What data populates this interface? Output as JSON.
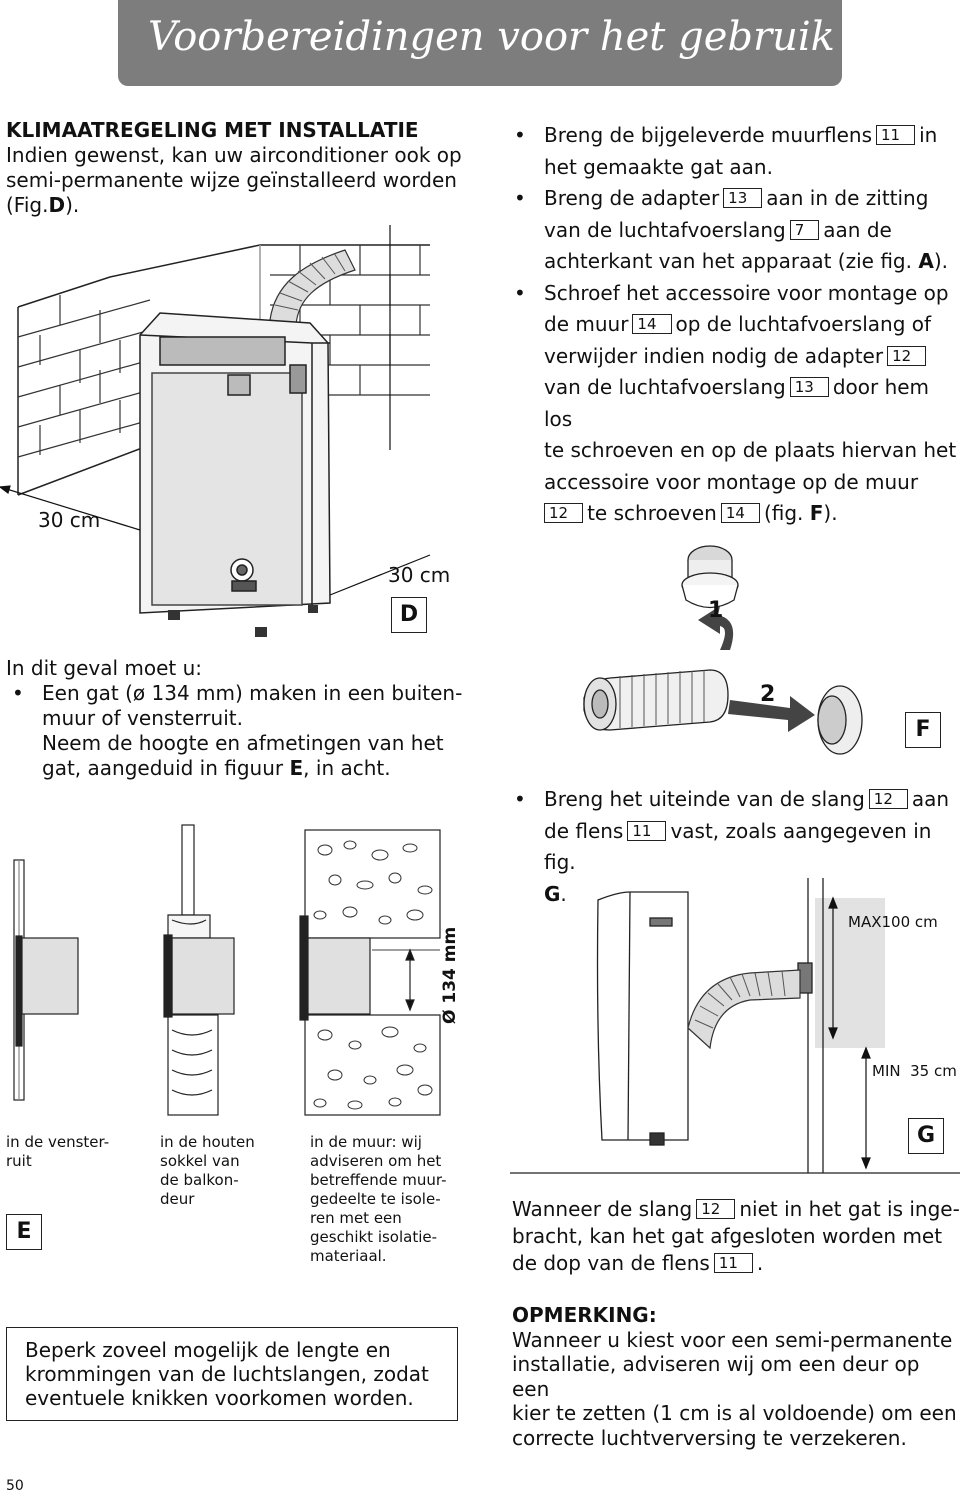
{
  "header": {
    "title": "Voorbereidingen voor het gebruik"
  },
  "left": {
    "heading": "KLIMAATREGELING MET INSTALLATIE",
    "intro_1": "Indien gewenst, kan uw airconditioner ook op",
    "intro_2": "semi-permanente wijze geïnstalleerd worden",
    "intro_3a": "(Fig.",
    "intro_3b": "D",
    "intro_3c": ").",
    "dim_left": "30 cm",
    "dim_right": "30 cm",
    "fig_d": "D",
    "steps_title": "In dit geval moet u:",
    "step_1a": "Een gat (ø 134 mm) maken in een buiten-",
    "step_1b": "muur of vensterruit.",
    "step_2a": "Neem de hoogte en afmetingen van het",
    "step_2b_pre": "gat, aangeduid in figuur ",
    "step_2b_bold": "E",
    "step_2b_post": ", in acht.",
    "diameter": "Ø 134 mm",
    "cap_window_1": "in de venster-",
    "cap_window_2": "ruit",
    "cap_wood_1": "in de houten",
    "cap_wood_2": "sokkel van",
    "cap_wood_3": "de balkon-",
    "cap_wood_4": "deur",
    "cap_wall_1": "in de muur: wij",
    "cap_wall_2": "adviseren om het",
    "cap_wall_3": "betreffende muur-",
    "cap_wall_4": "gedeelte te isole-",
    "cap_wall_5": "ren met een",
    "cap_wall_6": "geschikt isolatie-",
    "cap_wall_7": "materiaal.",
    "fig_e": "E",
    "box_1": "Beperk zoveel mogelijk de lengte en",
    "box_2": "krommingen van de luchtslangen, zodat",
    "box_3": "eventuele knikken voorkomen worden.",
    "page_number": "50"
  },
  "right": {
    "b1_a": "Breng de bijgeleverde muurflens",
    "b1_n": "11",
    "b1_b": "in",
    "b1_c": "het gemaakte gat aan.",
    "b2_a": "Breng de adapter",
    "b2_n1": "13",
    "b2_b": "aan in de zitting",
    "b2_c": "van de luchtafvoerslang",
    "b2_n2": "7",
    "b2_d": "aan de",
    "b2_e": "achterkant van het apparaat (zie fig. ",
    "b2_f": "A",
    "b2_g": ").",
    "b3_a": "Schroef het accessoire voor montage op",
    "b3_b": "de muur",
    "b3_n1": "14",
    "b3_c": "op de luchtafvoerslang of",
    "b3_d": "verwijder indien nodig de adapter",
    "b3_n2": "12",
    "b3_e": "van de luchtafvoerslang",
    "b3_n3": "13",
    "b3_f": "door hem los",
    "b3_g": "te schroeven en op de plaats hiervan het",
    "b3_h": "accessoire voor montage op de muur",
    "b3_n4": "12",
    "b3_i": "te schroeven",
    "b3_n5": "14",
    "b3_j": "(fig. ",
    "b3_k": "F",
    "b3_l": ").",
    "arrow_1": "1",
    "arrow_2": "2",
    "fig_f": "F",
    "b4_a": "Breng het uiteinde van de slang",
    "b4_n1": "12",
    "b4_b": "aan",
    "b4_c": "de flens",
    "b4_n2": "11",
    "b4_d": "vast, zoals aangegeven in fig.",
    "b4_e": "G",
    "b4_f": ".",
    "max_label": "MAX100 cm",
    "min_label": "MIN  35 cm",
    "fig_g": "G",
    "p1_a": "Wanneer de slang",
    "p1_n1": "12",
    "p1_b": "niet in het gat is inge-",
    "p1_c": "bracht, kan het gat afgesloten worden met",
    "p1_d": "de dop van de flens",
    "p1_n2": "11",
    "p1_e": ".",
    "note_title": "OPMERKING:",
    "note_1": "Wanneer u kiest voor een semi-permanente",
    "note_2": "installatie, adviseren wij om een deur op een",
    "note_3": "kier te zetten (1 cm is al voldoende) om een",
    "note_4": "correcte luchtverversing te verzekeren."
  }
}
